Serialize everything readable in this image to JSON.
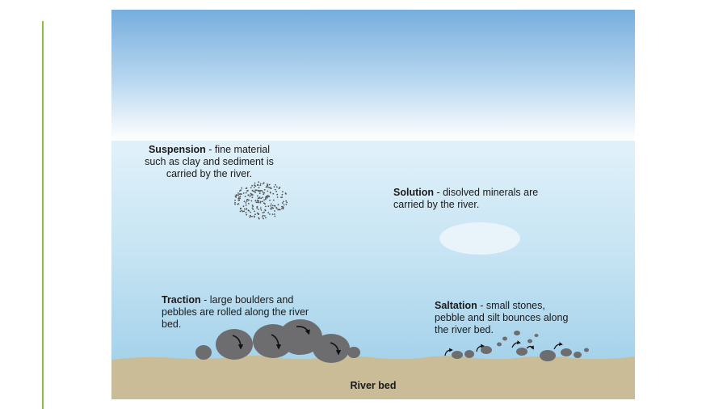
{
  "labels": {
    "suspension": {
      "term": "Suspension",
      "text": " - fine material such as clay and sediment is carried by the river."
    },
    "solution": {
      "term": "Solution",
      "text": " - disolved minerals are carried by the river."
    },
    "traction": {
      "term": "Traction",
      "text": " - large boulders and pebbles are rolled along the river bed."
    },
    "saltation": {
      "term": "Saltation",
      "text": " - small stones, pebble and silt bounces along the river bed."
    },
    "river_bed": "River bed"
  },
  "colors": {
    "sky_top": "#76aede",
    "sky_bottom": "#ffffff",
    "water_top": "#dceff9",
    "water_bottom": "#a6d3ea",
    "river_bed": "#c9bc97",
    "stone": "#6d6d6f",
    "arrow": "#111111",
    "accent_rule": "#8cbf3f"
  }
}
